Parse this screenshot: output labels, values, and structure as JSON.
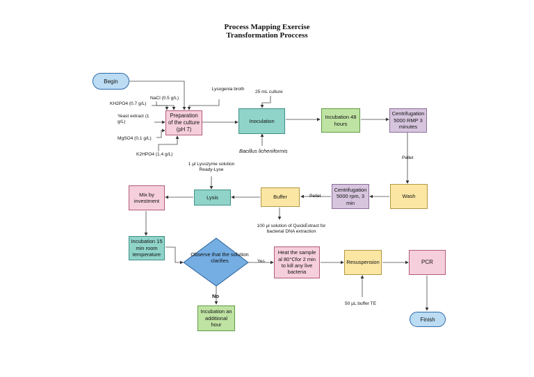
{
  "title": {
    "line1": "Process Mapping Exercise",
    "line2": "Transformation Proccess"
  },
  "nodes": {
    "begin": "Begin",
    "preparation": "Preparation of the culture (pH 7)",
    "inoculation": "Inoculation",
    "incubation48": "Incubation 48 hours",
    "centrifugation1": "Centrifugation 5000 RMP 3 minutes",
    "wash": "Wash",
    "centrifugation2": "Centrifugation 5000 rpm, 3 min",
    "buffer": "Buffer",
    "lysis": "Lysis",
    "mix": "Mix by investment",
    "incubation15": "Incubation 15 min room temperature",
    "observe": "Observe that the solution clarifies",
    "incubation_additional": "Incubation an additional hour",
    "heat": "Heat the sample al 80°Cfor 2 min to kill any live bacteria",
    "resuspension": "Resuspension",
    "pcr": "PCR",
    "finish": "Finish"
  },
  "labels": {
    "lysogenia": "Lysogenia broth",
    "nacl": "NaCl (0.5 g/L)",
    "kh2po4": "KH2PO4 (0.7 g/L)",
    "yeast": "Yeast extract (1 g/L)",
    "mgso4": "MgSO4 (0,1 g/L)",
    "k2hpo4": "K2HPO4 (1.4 g/L)",
    "culture": "25 mL culture",
    "bacillus": "Bacillus licheniformis",
    "pellet1": "Pellet",
    "pellet2": "Pellet",
    "lysozyme": "1 µl Lysozyme solution Ready-Lyse",
    "quickextract": "100 µl solution of QuickExtract for bacterial DNA extraction",
    "yes": "Yes",
    "no": "No",
    "te_buffer": "50 µL buffer TE"
  }
}
